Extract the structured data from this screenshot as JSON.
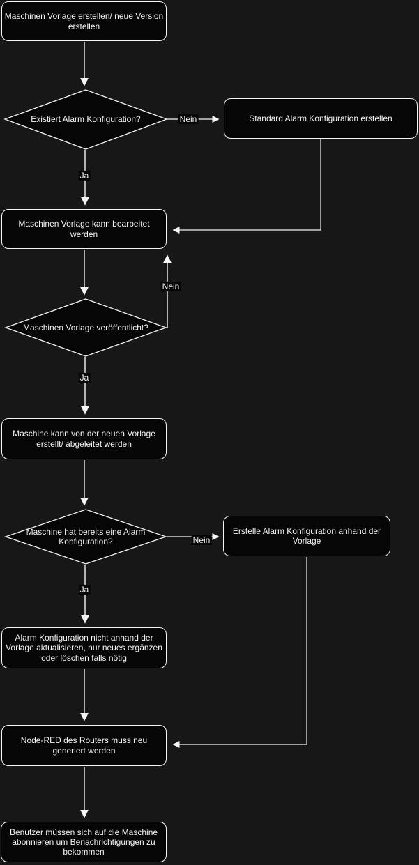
{
  "diagram": {
    "type": "flowchart",
    "colors": {
      "background": "#171717",
      "node_fill": "#060606",
      "stroke": "#f5f5f5",
      "text": "#f5f5f5"
    },
    "nodes": [
      {
        "id": "create-template",
        "shape": "rounded-rect",
        "label": "Maschinen Vorlage erstellen/ neue Version erstellen"
      },
      {
        "id": "alarm-config-exists",
        "shape": "diamond",
        "label": "Existiert Alarm Konfiguration?"
      },
      {
        "id": "create-standard-alarm-config",
        "shape": "rounded-rect",
        "label": "Standard Alarm Konfiguration erstellen"
      },
      {
        "id": "template-editable",
        "shape": "rounded-rect",
        "label": "Maschinen Vorlage kann bearbeitet werden"
      },
      {
        "id": "template-published",
        "shape": "diamond",
        "label": "Maschinen Vorlage veröffentlicht?"
      },
      {
        "id": "machine-from-template",
        "shape": "rounded-rect",
        "label": "Maschine kann von der neuen Vorlage erstellt/ abgeleitet werden"
      },
      {
        "id": "machine-has-alarm-config",
        "shape": "diamond",
        "label": "Maschine hat bereits eine Alarm Konfiguration?"
      },
      {
        "id": "create-alarm-config-from-template",
        "shape": "rounded-rect",
        "label": "Erstelle Alarm Konfiguration anhand der Vorlage"
      },
      {
        "id": "update-alarm-config-manually",
        "shape": "rounded-rect",
        "label": "Alarm Konfiguration nicht anhand der Vorlage aktualisieren, nur  neues ergänzen oder löschen falls nötig"
      },
      {
        "id": "node-red-regenerate",
        "shape": "rounded-rect",
        "label": "Node-RED des Routers muss neu generiert werden"
      },
      {
        "id": "users-subscribe",
        "shape": "rounded-rect",
        "label": "Benutzer müssen sich auf die Maschine abonnieren um Benachrichtigungen zu bekommen"
      }
    ],
    "edges": [
      {
        "from": "create-template",
        "to": "alarm-config-exists",
        "label": ""
      },
      {
        "from": "alarm-config-exists",
        "to": "create-standard-alarm-config",
        "label": "Nein"
      },
      {
        "from": "alarm-config-exists",
        "to": "template-editable",
        "label": "Ja"
      },
      {
        "from": "create-standard-alarm-config",
        "to": "template-editable",
        "label": ""
      },
      {
        "from": "template-editable",
        "to": "template-published",
        "label": ""
      },
      {
        "from": "template-published",
        "to": "template-editable",
        "label": "Nein"
      },
      {
        "from": "template-published",
        "to": "machine-from-template",
        "label": "Ja"
      },
      {
        "from": "machine-from-template",
        "to": "machine-has-alarm-config",
        "label": ""
      },
      {
        "from": "machine-has-alarm-config",
        "to": "create-alarm-config-from-template",
        "label": "Nein"
      },
      {
        "from": "machine-has-alarm-config",
        "to": "update-alarm-config-manually",
        "label": "Ja"
      },
      {
        "from": "create-alarm-config-from-template",
        "to": "node-red-regenerate",
        "label": ""
      },
      {
        "from": "update-alarm-config-manually",
        "to": "node-red-regenerate",
        "label": ""
      },
      {
        "from": "node-red-regenerate",
        "to": "users-subscribe",
        "label": ""
      }
    ]
  }
}
